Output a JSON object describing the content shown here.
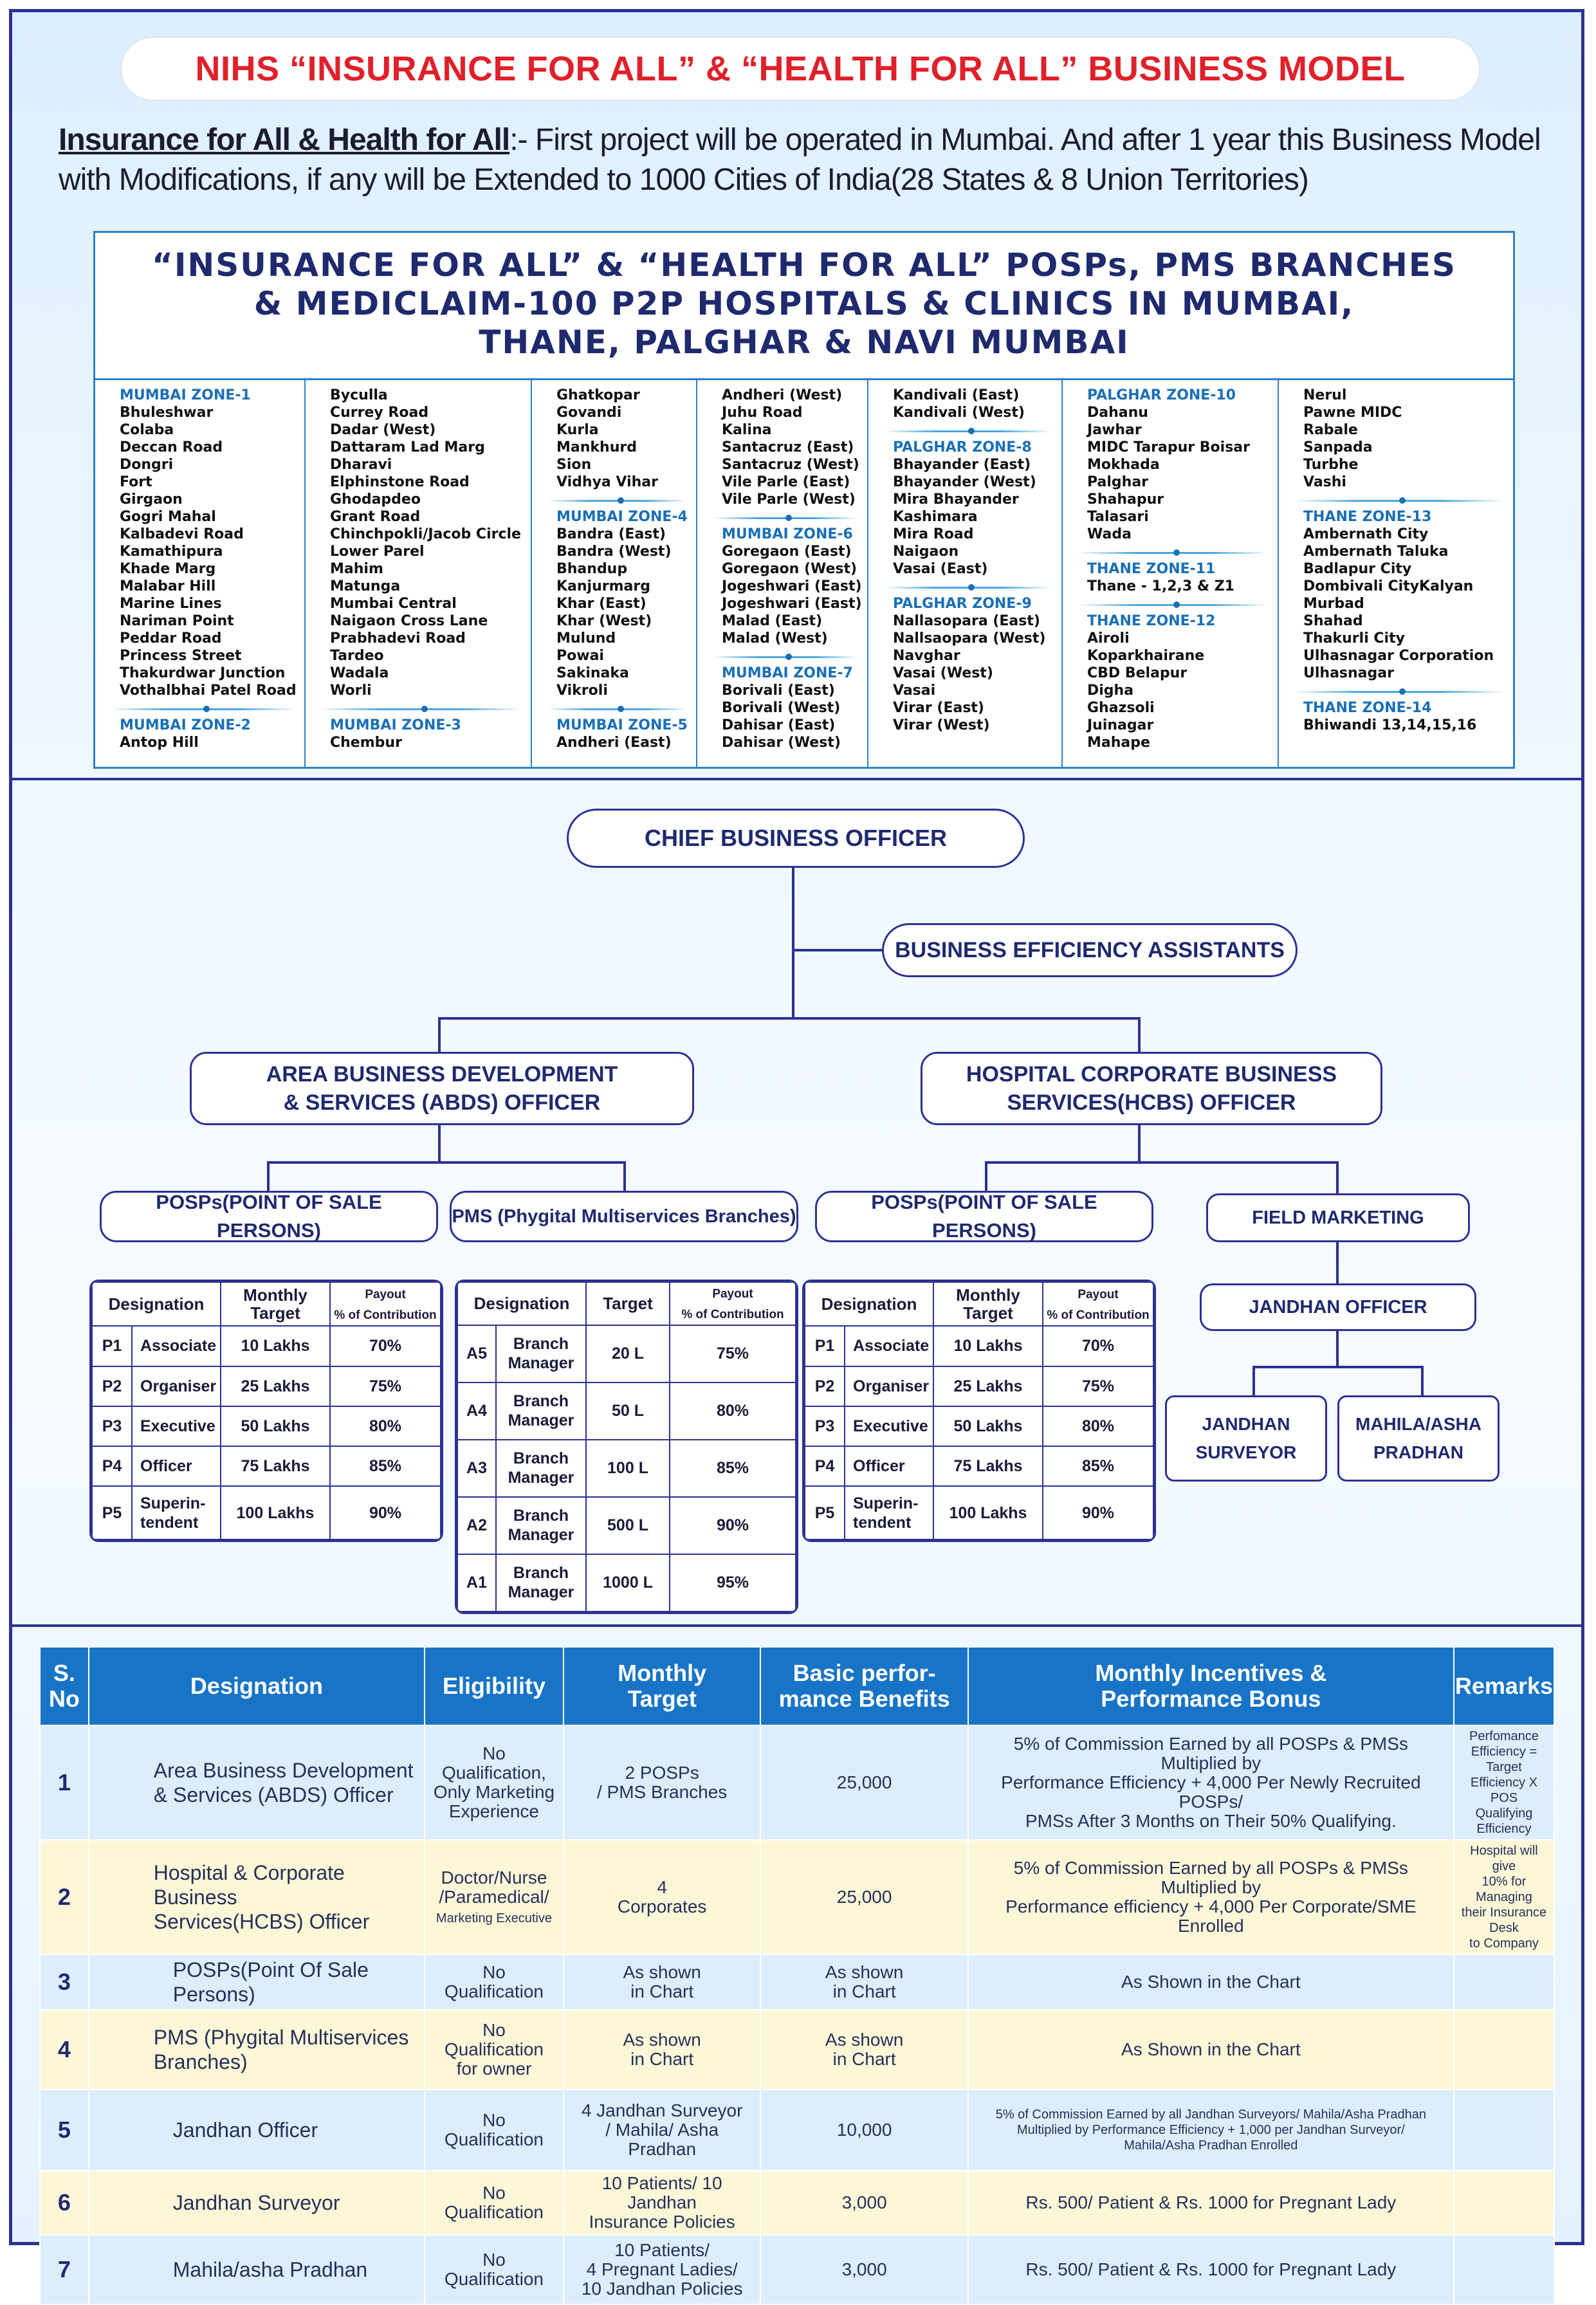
{
  "banner": "NIHS “INSURANCE FOR ALL” & “HEALTH FOR ALL” BUSINESS MODEL",
  "intro": {
    "lead": "Insurance for All & Health for All",
    "text": ":- First project will be operated in Mumbai.  And after 1 year this Business Model with Modifications, if any will be Extended to 1000 Cities of India(28 States & 8 Union Territories)"
  },
  "zones": {
    "title_line1": "“INSURANCE FOR ALL”  & “HEALTH FOR ALL” POSPs, PMS BRANCHES",
    "title_line2": "& MEDICLAIM-100 P2P HOSPITALS & CLINICS IN MUMBAI,",
    "title_line3": "THANE, PALGHAR & NAVI MUMBAI",
    "columns": [
      {
        "blocks": [
          {
            "head": "MUMBAI ZONE-1",
            "items": [
              "Bhuleshwar",
              "Colaba",
              "Deccan Road",
              "Dongri",
              "Fort",
              "Girgaon",
              "Gogri Mahal",
              "Kalbadevi Road",
              "Kamathipura",
              "Khade Marg",
              "Malabar Hill",
              "Marine Lines",
              "Nariman Point",
              "Peddar Road",
              "Princess Street",
              "Thakurdwar Junction",
              "Vothalbhai Patel Road"
            ]
          },
          {
            "head": "MUMBAI ZONE-2",
            "items": [
              "Antop Hill"
            ]
          }
        ]
      },
      {
        "blocks": [
          {
            "head": "",
            "items": [
              "Byculla",
              "Currey Road",
              "Dadar (West)",
              "Dattaram Lad Marg",
              "Dharavi",
              "Elphinstone Road",
              "Ghodapdeo",
              "Grant Road",
              "Chinchpokli/Jacob Circle",
              "Lower Parel",
              "Mahim",
              "Matunga",
              "Mumbai Central",
              "Naigaon Cross Lane",
              "Prabhadevi Road",
              "Tardeo",
              "Wadala",
              "Worli"
            ]
          },
          {
            "head": "MUMBAI ZONE-3",
            "items": [
              "Chembur"
            ]
          }
        ]
      },
      {
        "blocks": [
          {
            "head": "",
            "items": [
              "Ghatkopar",
              "Govandi",
              "Kurla",
              "Mankhurd",
              "Sion",
              "Vidhya Vihar"
            ]
          },
          {
            "head": "MUMBAI ZONE-4",
            "items": [
              "Bandra (East)",
              "Bandra (West)",
              "Bhandup",
              "Kanjurmarg",
              "Khar (East)",
              "Khar (West)",
              "Mulund",
              "Powai",
              "Sakinaka",
              "Vikroli"
            ]
          },
          {
            "head": "MUMBAI ZONE-5",
            "items": [
              "Andheri (East)"
            ]
          }
        ]
      },
      {
        "blocks": [
          {
            "head": "",
            "items": [
              "Andheri (West)",
              "Juhu Road",
              "Kalina",
              "Santacruz (East)",
              "Santacruz (West)",
              "Vile Parle (East)",
              "Vile Parle (West)"
            ]
          },
          {
            "head": "MUMBAI ZONE-6",
            "items": [
              "Goregaon (East)",
              "Goregaon (West)",
              "Jogeshwari (East)",
              "Jogeshwari (East)",
              "Malad (East)",
              "Malad (West)"
            ]
          },
          {
            "head": "MUMBAI ZONE-7",
            "items": [
              "Borivali (East)",
              "Borivali (West)",
              "Dahisar (East)",
              "Dahisar (West)"
            ]
          }
        ]
      },
      {
        "blocks": [
          {
            "head": "",
            "items": [
              "Kandivali (East)",
              "Kandivali (West)"
            ]
          },
          {
            "head": "PALGHAR ZONE-8",
            "items": [
              "Bhayander (East)",
              "Bhayander (West)",
              "Mira Bhayander",
              "Kashimara",
              "Mira Road",
              "Naigaon",
              "Vasai (East)"
            ]
          },
          {
            "head": "PALGHAR ZONE-9",
            "items": [
              "Nallasopara (East)",
              "Nallsaopara (West)",
              "Navghar",
              "Vasai (West)",
              "Vasai",
              "Virar (East)",
              "Virar (West)"
            ]
          }
        ]
      },
      {
        "blocks": [
          {
            "head": "PALGHAR ZONE-10",
            "items": [
              "Dahanu",
              "Jawhar",
              "MIDC Tarapur Boisar",
              "Mokhada",
              "Palghar",
              "Shahapur",
              "Talasari",
              "Wada"
            ]
          },
          {
            "head": "THANE ZONE-11",
            "items": [
              "Thane - 1,2,3 & Z1"
            ]
          },
          {
            "head": "THANE ZONE-12",
            "items": [
              "Airoli",
              "Koparkhairane",
              "CBD Belapur",
              "Digha",
              "Ghazsoli",
              "Juinagar",
              "Mahape"
            ]
          }
        ]
      },
      {
        "blocks": [
          {
            "head": "",
            "items": [
              "Nerul",
              "Pawne MIDC",
              "Rabale",
              "Sanpada",
              "Turbhe",
              "Vashi"
            ]
          },
          {
            "head": "THANE ZONE-13",
            "items": [
              "Ambernath City",
              "Ambernath Taluka",
              "Badlapur City",
              "Dombivali CityKalyan",
              "Murbad",
              "Shahad",
              "Thakurli City",
              "Ulhasnagar Corporation",
              "Ulhasnagar"
            ]
          },
          {
            "head": "THANE ZONE-14",
            "items": [
              "Bhiwandi 13,14,15,16"
            ]
          }
        ]
      }
    ]
  },
  "org": {
    "cbo": "CHIEF BUSINESS OFFICER",
    "bea": "BUSINESS EFFICIENCY  ASSISTANTS",
    "abds_1": "AREA BUSINESS DEVELOPMENT",
    "abds_2": "& SERVICES (ABDS) OFFICER",
    "hcbs_1": "HOSPITAL CORPORATE BUSINESS",
    "hcbs_2": "SERVICES(HCBS) OFFICER",
    "posp_left": "POSPs(POINT OF SALE PERSONS)",
    "pms": "PMS (Phygital Multiservices Branches)",
    "posp_right": "POSPs(POINT OF SALE PERSONS)",
    "field": "FIELD MARKETING",
    "jandhan_officer": "JANDHAN OFFICER",
    "jandhan_surveyor_1": "JANDHAN",
    "jandhan_surveyor_2": "SURVEYOR",
    "mahila_1": "MAHILA/ASHA",
    "mahila_2": "PRADHAN"
  },
  "posp_table": {
    "h_designation": "Designation",
    "h_target_1": "Monthly",
    "h_target_2": "Target",
    "h_payout_1": "Payout",
    "h_payout_2": "% of Contribution",
    "rows": [
      {
        "code": "P1",
        "name": "Associate",
        "target": "10 Lakhs",
        "payout": "70%"
      },
      {
        "code": "P2",
        "name": "Organiser",
        "target": "25 Lakhs",
        "payout": "75%"
      },
      {
        "code": "P3",
        "name": "Executive",
        "target": "50 Lakhs",
        "payout": "80%"
      },
      {
        "code": "P4",
        "name": "Officer",
        "target": "75 Lakhs",
        "payout": "85%"
      },
      {
        "code": "P5",
        "name": "Superin-\ntendent",
        "target": "100 Lakhs",
        "payout": "90%"
      }
    ]
  },
  "pms_table": {
    "h_designation": "Designation",
    "h_target": "Target",
    "h_payout_1": "Payout",
    "h_payout_2": "% of Contribution",
    "rows": [
      {
        "code": "A5",
        "name": "Branch\nManager",
        "target": "20 L",
        "payout": "75%"
      },
      {
        "code": "A4",
        "name": "Branch\nManager",
        "target": "50 L",
        "payout": "80%"
      },
      {
        "code": "A3",
        "name": "Branch\nManager",
        "target": "100 L",
        "payout": "85%"
      },
      {
        "code": "A2",
        "name": "Branch\nManager",
        "target": "500 L",
        "payout": "90%"
      },
      {
        "code": "A1",
        "name": "Branch\nManager",
        "target": "1000 L",
        "payout": "95%"
      }
    ]
  },
  "benefits": {
    "headers": {
      "sno": "S.\nNo",
      "designation": "Designation",
      "eligibility": "Eligibility",
      "target": "Monthly\nTarget",
      "basic": "Basic perfor-\nmance Benefits",
      "incentives": "Monthly Incentives &\nPerformance Bonus",
      "remarks": "Remarks"
    },
    "rows": [
      {
        "sno": "1",
        "designation": "Area Business Development\n& Services (ABDS) Officer",
        "eligibility": "No Qualification,\nOnly Marketing\nExperience",
        "target": "2 POSPs\n/ PMS Branches",
        "basic": "25,000",
        "incentives": "5% of Commission Earned by all POSPs &  PMSs Multiplied by\nPerformance Efficiency + 4,000 Per Newly Recruited POSPs/\nPMSs After 3 Months on Their 50% Qualifying.",
        "remarks": "Perfomance\nEfficiency = Target\nEfficiency X POS\nQualifying Efficiency"
      },
      {
        "sno": "2",
        "designation": "Hospital & Corporate Business\nServices(HCBS) Officer",
        "eligibility": "Doctor/Nurse\n/Paramedical/",
        "eligibility_small": "Marketing Executive",
        "target": "4\nCorporates",
        "basic": "25,000",
        "incentives": "5% of Commission Earned by all POSPs &  PMSs Multiplied by\nPerformance efficiency + 4,000 Per Corporate/SME Enrolled",
        "remarks": "Hospital will give\n10% for Managing\ntheir Insurance Desk\nto Company"
      },
      {
        "sno": "3",
        "designation": "POSPs(Point Of Sale Persons)",
        "eligibility": "No\nQualification",
        "target": "As shown\nin Chart",
        "basic": "As shown\nin Chart",
        "incentives": "As Shown in the Chart",
        "remarks": ""
      },
      {
        "sno": "4",
        "designation": "PMS (Phygital Multiservices\nBranches)",
        "eligibility": "No\nQualification\nfor owner",
        "target": "As shown\nin Chart",
        "basic": "As shown\nin Chart",
        "incentives": "As Shown in the Chart",
        "remarks": ""
      },
      {
        "sno": "5",
        "designation": "Jandhan Officer",
        "eligibility": "No\nQualification",
        "target": "4 Jandhan Surveyor\n/ Mahila/ Asha Pradhan",
        "basic": "10,000",
        "incentives": "5% of Commission Earned by all Jandhan Surveyors/ Mahila/Asha Pradhan\nMultiplied by Performance Efficiency + 1,000 per Jandhan Surveyor/\nMahila/Asha Pradhan Enrolled",
        "remarks": ""
      },
      {
        "sno": "6",
        "designation": "Jandhan Surveyor",
        "eligibility": "No\nQualification",
        "target": "10 Patients/ 10 Jandhan\nInsurance Policies",
        "basic": "3,000",
        "incentives": "Rs. 500/ Patient & Rs. 1000 for Pregnant Lady",
        "remarks": ""
      },
      {
        "sno": "7",
        "designation": "Mahila/asha Pradhan",
        "eligibility": "No\nQualification",
        "target": "10 Patients/\n4 Pregnant Ladies/\n10 Jandhan Policies",
        "basic": "3,000",
        "incentives": "Rs. 500/ Patient & Rs. 1000 for Pregnant Lady",
        "remarks": ""
      }
    ]
  }
}
